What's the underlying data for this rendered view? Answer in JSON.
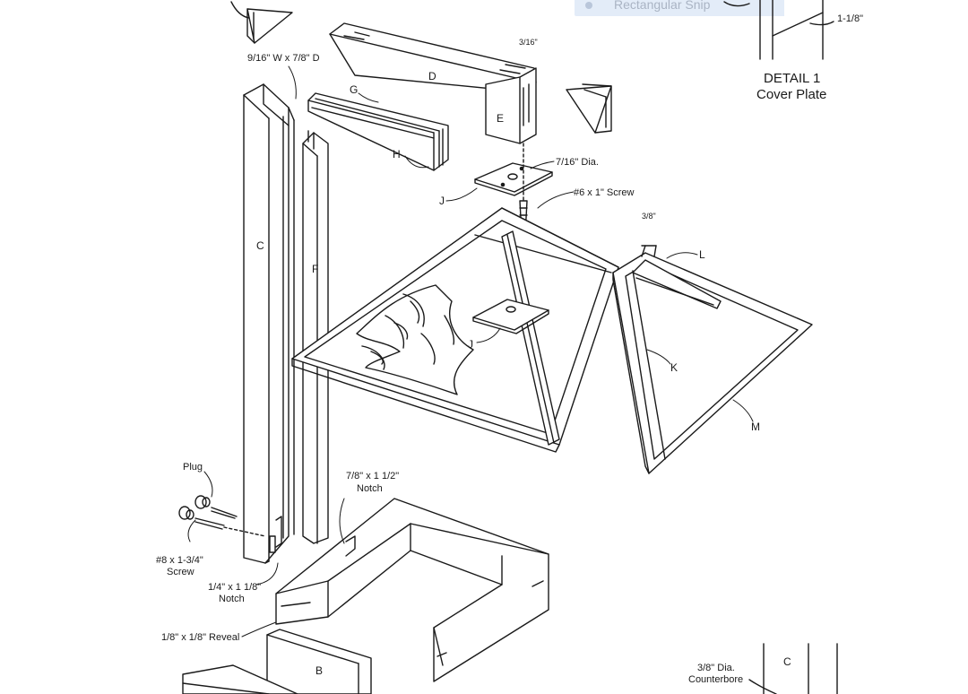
{
  "snip_toolbar": {
    "mode_label": "Rectangular Snip"
  },
  "detail": {
    "title": "DETAIL 1",
    "subtitle": "Cover Plate",
    "dim": "1-1/8\""
  },
  "parts": {
    "B": "B",
    "C": "C",
    "D": "D",
    "E": "E",
    "F": "F",
    "G": "G",
    "H": "H",
    "J": "J",
    "J2": "J",
    "K": "K",
    "L": "L",
    "M": "M",
    "C2": "C"
  },
  "dims": {
    "post": "9/16\" W x 7/8\" D",
    "e_slot": "3/16\"",
    "hole": "7/16\" Dia.",
    "screw_top": "#6 x 1\" Screw",
    "l_width": "3/8\"",
    "plug": "Plug",
    "screw_base_1": "#8 x 1-3/4\"",
    "screw_base_2": "Screw",
    "notch_top_1": "7/8\" x 1 1/2\"",
    "notch_top_2": "Notch",
    "notch_post_1": "1/4\" x 1 1/8\"",
    "notch_post_2": "Notch",
    "reveal": "1/8\" x 1/8\" Reveal",
    "counterbore_1": "3/8\" Dia.",
    "counterbore_2": "Counterbore"
  }
}
